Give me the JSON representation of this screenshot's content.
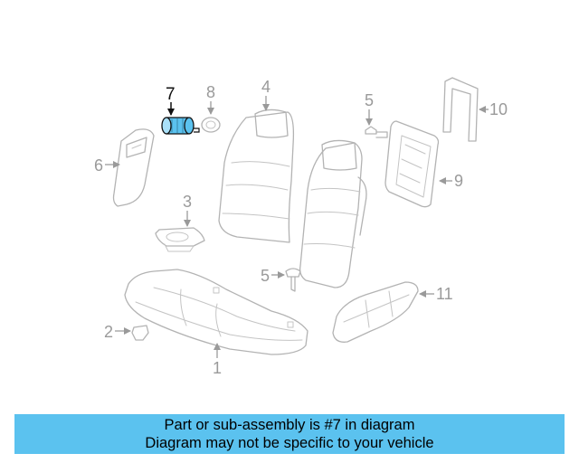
{
  "callouts": {
    "c1": "1",
    "c2": "2",
    "c3": "3",
    "c4": "4",
    "c5a": "5",
    "c5b": "5",
    "c6": "6",
    "c7": "7",
    "c8": "8",
    "c9": "9",
    "c10": "10",
    "c11": "11"
  },
  "highlight_color": "#5bc2ef",
  "banner": {
    "line1": "Part or sub-assembly is #7 in diagram",
    "line2": "Diagram may not be specific to your vehicle"
  }
}
